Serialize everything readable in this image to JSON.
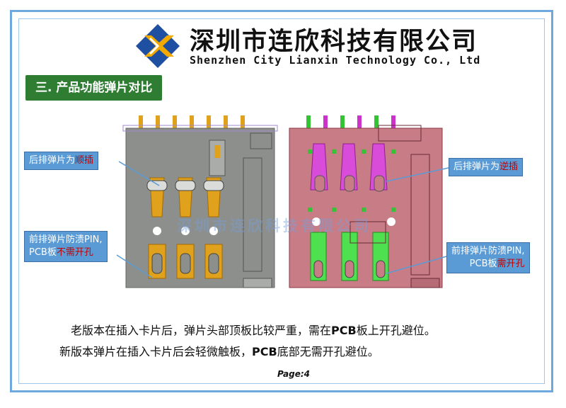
{
  "header": {
    "company_cn": "深圳市连欣科技有限公司",
    "company_en": "Shenzhen City Lianxin Technology Co., Ltd"
  },
  "section": {
    "title": "三. 产品功能弹片对比"
  },
  "callouts": {
    "left_top": {
      "prefix": "后排弹片为",
      "highlight": "顺插"
    },
    "left_bottom": {
      "line1": "前排弹片防溃PIN,",
      "prefix": "PCB板",
      "highlight": "不需开孔"
    },
    "right_top": {
      "prefix": "后排弹片为",
      "highlight": "逆插"
    },
    "right_bottom": {
      "line1": "前排弹片防溃PIN,",
      "prefix": "PCB板",
      "highlight": "需开孔"
    }
  },
  "watermark": "深圳市连欣科技有限公司",
  "description": {
    "line1_a": "老版本在插入卡片后，弹片头部顶板比较严重，需在",
    "line1_b": "PCB",
    "line1_c": "板上开孔避位。",
    "line2_a": "新版本弹片在插入卡片后会轻微触板，",
    "line2_b": "PCB",
    "line2_c": "底部无需开孔避位。"
  },
  "footer": {
    "page": "Page:4"
  },
  "colors": {
    "accent_blue": "#5b9bd5",
    "section_green": "#2e7d32",
    "highlight_red": "#c00000",
    "old_body": "#8c8f8b",
    "new_body": "#c87c86"
  }
}
